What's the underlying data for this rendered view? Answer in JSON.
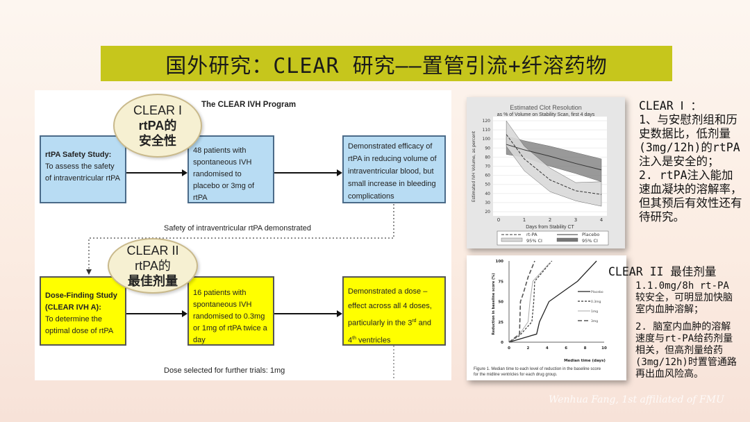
{
  "title": "国外研究：CLEAR 研究——置管引流+纤溶药物",
  "diagram": {
    "heading": "The CLEAR IVH Program",
    "bubble1": {
      "line1": "CLEAR I",
      "line2": "rtPA的",
      "line3": "安全性"
    },
    "bubble2": {
      "line1": "CLEAR II",
      "line2": "rtPA的",
      "line3": "最佳剂量"
    },
    "row1": [
      {
        "title": "rtPA Safety Study:",
        "body": "To assess the safety of intraventricular rtPA"
      },
      {
        "body": "48 patients with spontaneous IVH randomised to placebo or 3mg of rtPA"
      },
      {
        "body": "Demonstrated efficacy of rtPA in reducing volume of intraventricular blood, but small increase in bleeding complications"
      }
    ],
    "link1": "Safety of intraventricular rtPA demonstrated",
    "row2": [
      {
        "title": "Dose-Finding Study (CLEAR IVH A):",
        "body": "To determine the optimal dose of rtPA"
      },
      {
        "body": "16 patients with spontaneous IVH randomised to 0.3mg or 1mg of rtPA twice a day"
      },
      {
        "body_a": "Demonstrated a dose – effect across all 4 doses, particularly in the 3",
        "sup1": "rd",
        "body_b": " and 4",
        "sup2": "th",
        "body_c": " ventricles"
      }
    ],
    "link2": "Dose selected for further trials: 1mg"
  },
  "notes1": {
    "heading": "CLEAR Ⅰ ：",
    "lines": [
      "1、与安慰剂组和历史数据比，低剂量(3mg/12h)的rtPA注入是安全的；",
      "2. rtPA注入能加速血凝块的溶解率，但其预后有效性还有待研究。"
    ]
  },
  "notes2": {
    "heading": "CLEAR II 最佳剂量",
    "lines": [
      "1.1.0mg/8h rt-PA较安全，可明显加快脑室内血肿溶解；",
      "2. 脑室内血肿的溶解速度与rt-PA给药剂量相关，但高剂量给药(3mg/12h)时置管通路再出血风险高。"
    ]
  },
  "watermark": "Wenhua Fang, 1st affiliated of FMU",
  "chart_data": [
    {
      "type": "line",
      "title": "Estimated Clot Resolution",
      "subtitle": "as % of Volume on Stability Scan, first 4 days",
      "xlabel": "Days from Stability CT",
      "ylabel": "Estimated IVH Volume, as percent",
      "xlim": [
        0,
        4
      ],
      "ylim": [
        20,
        120
      ],
      "xticks": [
        0,
        1,
        2,
        3,
        4
      ],
      "yticks": [
        20,
        30,
        40,
        50,
        60,
        70,
        80,
        90,
        100,
        110,
        120
      ],
      "legend": [
        "rt-PA",
        "Placebo",
        "95% CI",
        "95% CI"
      ],
      "x": [
        0.3,
        1,
        2,
        3,
        4
      ],
      "series": [
        {
          "name": "rt-PA",
          "values": [
            105,
            78,
            55,
            43,
            39
          ],
          "ci_low": [
            92,
            65,
            42,
            32,
            26
          ],
          "ci_high": [
            120,
            92,
            68,
            52,
            53
          ]
        },
        {
          "name": "Placebo",
          "values": [
            94,
            88,
            81,
            73,
            66
          ],
          "ci_low": [
            83,
            80,
            70,
            62,
            53
          ],
          "ci_high": [
            103,
            98,
            92,
            85,
            78
          ]
        }
      ]
    },
    {
      "type": "line",
      "xlabel": "Median time (days)",
      "ylabel": "Reduction in baseline score (%)",
      "xlim": [
        0,
        10
      ],
      "ylim": [
        0,
        100
      ],
      "xticks": [
        0,
        2,
        4,
        6,
        8,
        10
      ],
      "yticks": [
        0,
        25,
        50,
        75,
        100
      ],
      "caption": "Figure 1. Median time to each level of reduction in the baseline score for the midline ventricles for each drug group.",
      "series": [
        {
          "name": "Placebo",
          "points": [
            [
              0,
              0
            ],
            [
              2.9,
              10
            ],
            [
              3.2,
              25
            ],
            [
              4.2,
              50
            ],
            [
              7.2,
              75
            ],
            [
              9.2,
              100
            ]
          ]
        },
        {
          "name": "0.3mg",
          "points": [
            [
              0,
              0
            ],
            [
              1.1,
              8
            ],
            [
              2.4,
              25
            ],
            [
              2.6,
              50
            ],
            [
              2.7,
              75
            ],
            [
              4.5,
              100
            ]
          ]
        },
        {
          "name": "1mg",
          "points": [
            [
              0,
              0
            ],
            [
              1,
              8
            ],
            [
              2,
              25
            ],
            [
              2.2,
              50
            ],
            [
              2.5,
              75
            ],
            [
              4.3,
              98
            ]
          ]
        },
        {
          "name": "3mg",
          "points": [
            [
              0,
              0
            ],
            [
              1.1,
              10
            ],
            [
              1.2,
              50
            ],
            [
              1.5,
              60
            ],
            [
              2,
              80
            ],
            [
              2.7,
              100
            ]
          ]
        }
      ]
    }
  ]
}
